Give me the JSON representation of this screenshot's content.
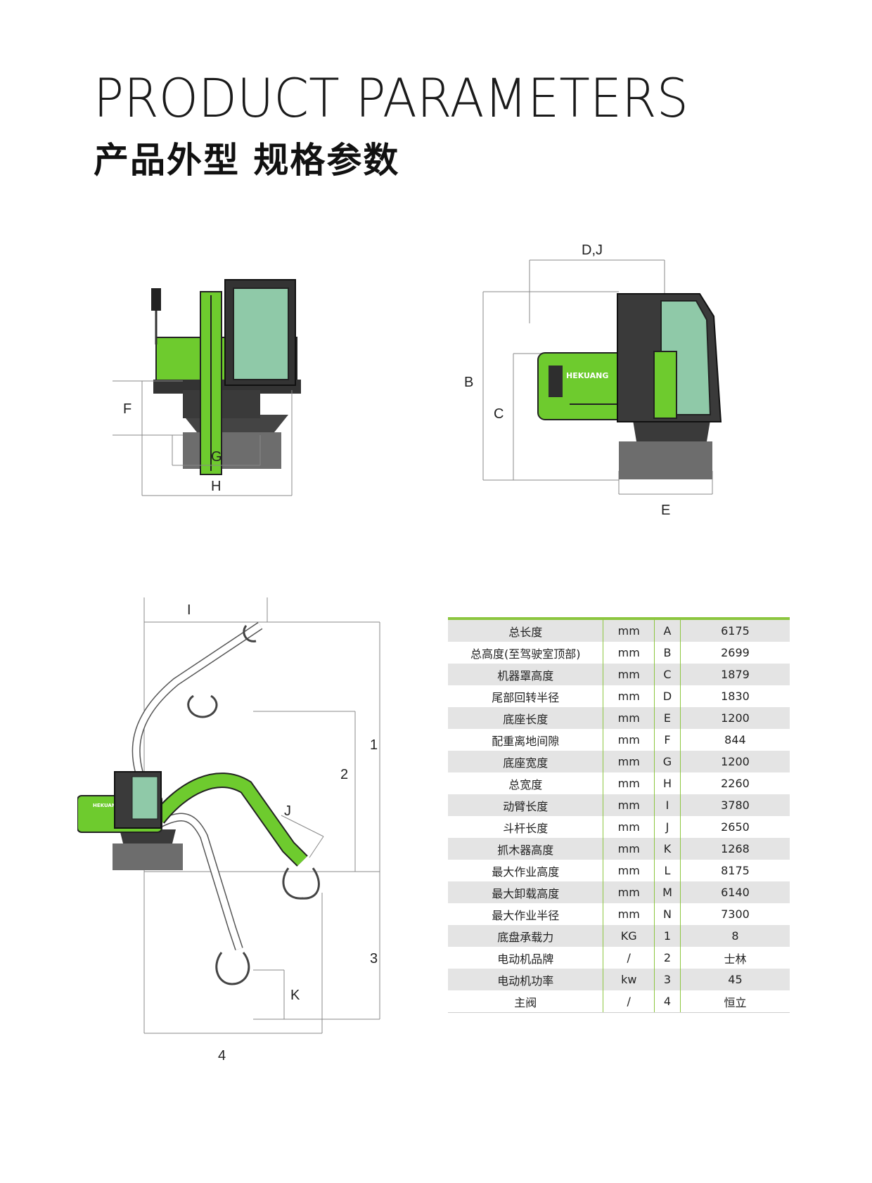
{
  "header": {
    "title_en": "PRODUCT PARAMETERS",
    "title_cn": "产品外型 规格参数"
  },
  "front_view": {
    "labels": {
      "F": "F",
      "G": "G",
      "H": "H"
    }
  },
  "side_view": {
    "brand_text": "HEKUANG",
    "labels": {
      "DJ": "D,J",
      "B": "B",
      "C": "C",
      "E": "E"
    }
  },
  "reach_view": {
    "brand_text": "HEKUANG",
    "labels": {
      "I": "I",
      "one": "1",
      "two": "2",
      "J": "J",
      "three": "3",
      "K": "K",
      "four": "4"
    }
  },
  "colors": {
    "accent": "#8cc63f",
    "machine_green": "#6ecb2e",
    "row_gray": "#e4e4e4",
    "base_gray": "#6d6d6d"
  },
  "specs": [
    {
      "name": "总长度",
      "unit": "mm",
      "code": "A",
      "value": "6175"
    },
    {
      "name": "总高度(至驾驶室顶部)",
      "unit": "mm",
      "code": "B",
      "value": "2699"
    },
    {
      "name": "机器罩高度",
      "unit": "mm",
      "code": "C",
      "value": "1879"
    },
    {
      "name": "尾部回转半径",
      "unit": "mm",
      "code": "D",
      "value": "1830"
    },
    {
      "name": "底座长度",
      "unit": "mm",
      "code": "E",
      "value": "1200"
    },
    {
      "name": "配重离地间隙",
      "unit": "mm",
      "code": "F",
      "value": "844"
    },
    {
      "name": "底座宽度",
      "unit": "mm",
      "code": "G",
      "value": "1200"
    },
    {
      "name": "总宽度",
      "unit": "mm",
      "code": "H",
      "value": "2260"
    },
    {
      "name": "动臂长度",
      "unit": "mm",
      "code": "I",
      "value": "3780"
    },
    {
      "name": "斗杆长度",
      "unit": "mm",
      "code": "J",
      "value": "2650"
    },
    {
      "name": "抓木器高度",
      "unit": "mm",
      "code": "K",
      "value": "1268"
    },
    {
      "name": "最大作业高度",
      "unit": "mm",
      "code": "L",
      "value": "8175"
    },
    {
      "name": "最大卸载高度",
      "unit": "mm",
      "code": "M",
      "value": "6140"
    },
    {
      "name": "最大作业半径",
      "unit": "mm",
      "code": "N",
      "value": "7300"
    },
    {
      "name": "底盘承载力",
      "unit": "KG",
      "code": "1",
      "value": "8"
    },
    {
      "name": "电动机品牌",
      "unit": "/",
      "code": "2",
      "value": "士林"
    },
    {
      "name": "电动机功率",
      "unit": "kw",
      "code": "3",
      "value": "45"
    },
    {
      "name": "主阀",
      "unit": "/",
      "code": "4",
      "value": "恒立"
    }
  ]
}
